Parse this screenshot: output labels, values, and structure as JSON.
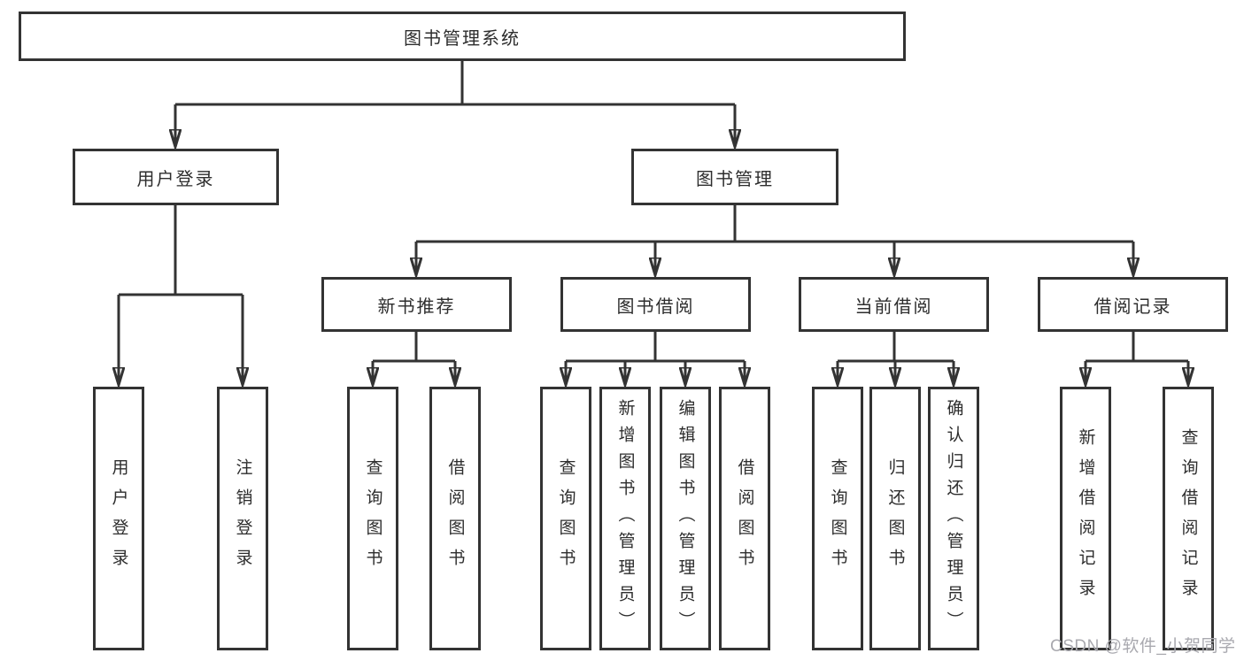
{
  "tree": {
    "root": "图书管理系统",
    "children": [
      {
        "label": "用户登录",
        "children": [
          "用户登录",
          "注销登录"
        ]
      },
      {
        "label": "图书管理",
        "children": [
          {
            "label": "新书推荐",
            "children": [
              "查询图书",
              "借阅图书"
            ]
          },
          {
            "label": "图书借阅",
            "children": [
              "查询图书",
              "新增图书（管理员）",
              "编辑图书（管理员）",
              "借阅图书"
            ]
          },
          {
            "label": "当前借阅",
            "children": [
              "查询图书",
              "归还图书",
              "确认归还（管理员）"
            ]
          },
          {
            "label": "借阅记录",
            "children": [
              "新增借阅记录",
              "查询借阅记录"
            ]
          }
        ]
      }
    ]
  },
  "watermark": "CSDN @软件_小贺同学",
  "colors": {
    "box_border": "#333333",
    "connector_line": "#333333",
    "text": "#2d2d2d",
    "watermark_text": "#a9a9af",
    "background": "#ffffff"
  }
}
